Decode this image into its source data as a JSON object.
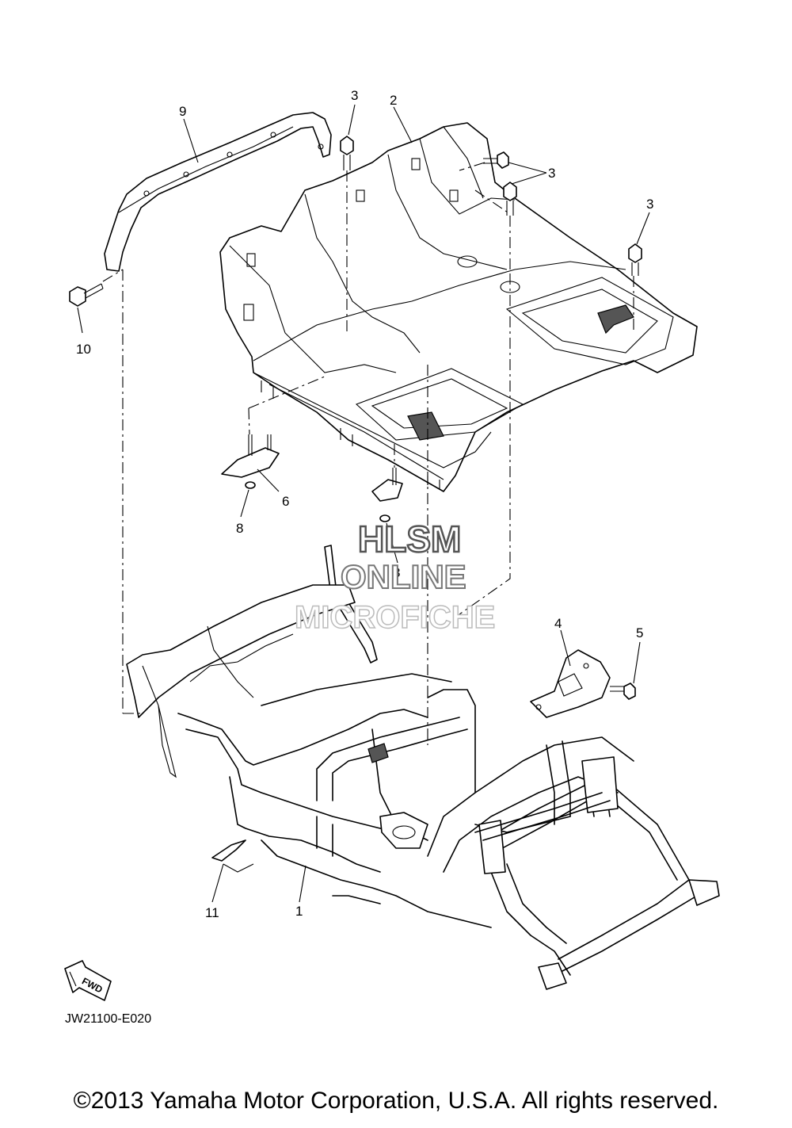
{
  "callouts": {
    "c1": "1",
    "c2": "2",
    "c3a": "3",
    "c3b": "3",
    "c3c": "3",
    "c4": "4",
    "c5": "5",
    "c6": "6",
    "c8a": "8",
    "c8b": "8",
    "c9": "9",
    "c10": "10",
    "c11": "11"
  },
  "watermark": {
    "line1": "HLSM",
    "line2": "ONLINE",
    "line3": "MICROFICHE"
  },
  "fwd_label": "FWD",
  "diagram_code": "JW21100-E020",
  "copyright": "©2013 Yamaha Motor Corporation, U.S.A. All rights reserved."
}
